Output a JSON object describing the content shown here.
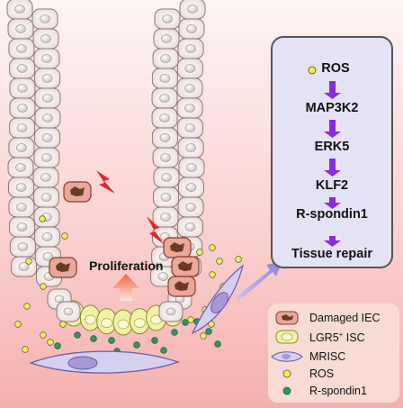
{
  "pathway": {
    "steps": [
      "ROS",
      "MAP3K2",
      "ERK5",
      "KLF2",
      "R-spondin1",
      "Tissue repair"
    ]
  },
  "labels": {
    "proliferation": "Proliferation"
  },
  "legend": {
    "damaged_iec": "Damaged  IEC",
    "lgr5_isc": "LGR5",
    "lgr5_sup": "+",
    "lgr5_suffix": " ISC",
    "mrisc": "MRISC",
    "ros": "ROS",
    "rspondin1": "R-spondin1"
  },
  "colors": {
    "background_top": "#fdf2f2",
    "background_bottom": "#f6b6b4",
    "epithelial_cell": "#f6eded",
    "damaged_cell": "#e9a89a",
    "isc_cell": "#f3f1a5",
    "mrisc_cell": "#d9d3ee",
    "ros_dot": "#f5ef4a",
    "rspondin_dot": "#2a9a62",
    "pathway_arrow": "#8a2be2"
  }
}
